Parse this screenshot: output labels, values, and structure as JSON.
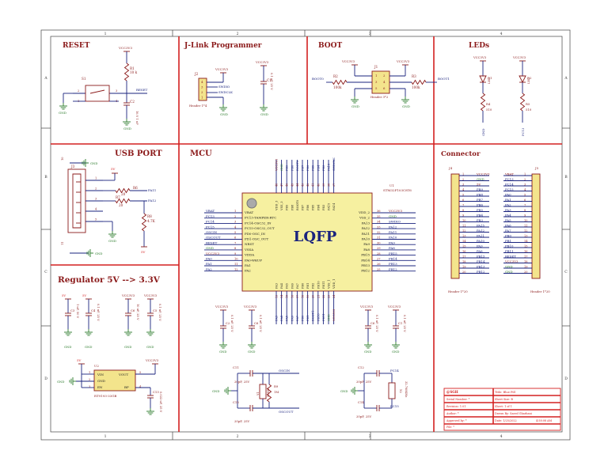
{
  "frame": {
    "cols": [
      "1",
      "2",
      "3",
      "4"
    ],
    "rows": [
      "A",
      "B",
      "C",
      "D"
    ]
  },
  "sections": {
    "reset": "RESET",
    "jlink": "J-Link Programmer",
    "boot": "BOOT",
    "leds": "LEDs",
    "usb": "USB PORT",
    "mcu": "MCU",
    "connector": "Connector",
    "regulator": "Regulator 5V --> 3.3V"
  },
  "reset": {
    "vcc": "VCC3V3",
    "r1_ref": "R1",
    "r1_val": "10 k",
    "s1_ref": "S1",
    "c2_ref": "C2",
    "c2_val": "16 V 1 nF",
    "net": "RESET",
    "gnd": "GND",
    "pins": [
      "1",
      "2",
      "3",
      "4"
    ]
  },
  "jlink": {
    "j2_ref": "J2",
    "j2_type": "Header 1*4",
    "pins": [
      "4",
      "3",
      "2",
      "1"
    ],
    "vcc": "VCC3V3",
    "swdio": "SWDIO",
    "swdclk": "SWDCLK",
    "gnd": "GND",
    "c1_vcc": "VCC3V3",
    "c1_ref": "C1",
    "c1_val": "0.1 uF, 25 V",
    "c1_gnd": "GND"
  },
  "boot": {
    "boot0": "BOOT0",
    "boot1": "BOOT1",
    "r2_ref": "R2",
    "r2_val": "100k",
    "r3_ref": "R3",
    "r3_val": "100k",
    "j1_ref": "J1",
    "j1_type": "Header 3*2",
    "pins": [
      "1",
      "2",
      "3",
      "4",
      "5",
      "6"
    ],
    "vcc_left": "VCC3V3",
    "vcc_right": "VCC3V3",
    "gnd_left": "GND",
    "gnd_right": "GND"
  },
  "leds": {
    "vcc1": "VCC3V3",
    "vcc2": "VCC3V3",
    "d1_ref": "D1",
    "d1_type": "LED",
    "d2_ref": "D2",
    "d2_type": "LED",
    "r4_ref": "R4",
    "r4_val": "510",
    "r5_ref": "R5",
    "r5_val": "510",
    "gnd": "GND",
    "pc13": "PC13"
  },
  "usb": {
    "j3_ref": "J3",
    "pins": [
      "1",
      "2",
      "3",
      "4",
      "5"
    ],
    "shield_top": "10",
    "shield_bot": "11",
    "gnd_top": "GND",
    "gnd_bot": "GND",
    "v5": "5V",
    "r6_ref": "R6",
    "r6_val": "20",
    "r7_ref": "R7",
    "r7_val": "20",
    "r8_ref": "R8",
    "r8_val": "4.7K",
    "net_pa11": "PA11",
    "net_pa12": "PA12",
    "gnd": "GND",
    "v5_bottom": "5V"
  },
  "mcu": {
    "chip_text": "LQFP",
    "u1_ref": "U1",
    "u1_part": "STM32F103C8T6",
    "left_pins": [
      {
        "net": "VBAT",
        "num": "1",
        "name": "VBAT"
      },
      {
        "net": "PC13",
        "num": "2",
        "name": "PC13-TAMPER-RTC"
      },
      {
        "net": "PC14",
        "num": "3",
        "name": "PC14-OSC32_IN"
      },
      {
        "net": "PC15",
        "num": "4",
        "name": "PC15-OSC32_OUT"
      },
      {
        "net": "OSCIN",
        "num": "5",
        "name": "PD0-OSC_IN"
      },
      {
        "net": "OSCOUT",
        "num": "6",
        "name": "PD1-OSC_OUT"
      },
      {
        "net": "RESET",
        "num": "7",
        "name": "NRST"
      },
      {
        "net": "GND",
        "num": "8",
        "name": "VSSA"
      },
      {
        "net": "VCC3V3",
        "num": "9",
        "name": "VDDA"
      },
      {
        "net": "PA0",
        "num": "10",
        "name": "PA0-WKUP"
      },
      {
        "net": "PA1",
        "num": "11",
        "name": "PA1"
      },
      {
        "net": "PA2",
        "num": "12",
        "name": "PA2"
      }
    ],
    "right_pins": [
      {
        "net": "VCC3V3",
        "num": "36",
        "name": "VDD_2"
      },
      {
        "net": "GND",
        "num": "35",
        "name": "VSS_2"
      },
      {
        "net": "SWDIO",
        "num": "34",
        "name": "PA13"
      },
      {
        "net": "PA12",
        "num": "33",
        "name": "PA12"
      },
      {
        "net": "PA11",
        "num": "32",
        "name": "PA11"
      },
      {
        "net": "PA10",
        "num": "31",
        "name": "PA10"
      },
      {
        "net": "PA9",
        "num": "30",
        "name": "PA9"
      },
      {
        "net": "PA8",
        "num": "29",
        "name": "PA8"
      },
      {
        "net": "PB15",
        "num": "28",
        "name": "PB15"
      },
      {
        "net": "PB14",
        "num": "27",
        "name": "PB14"
      },
      {
        "net": "PB13",
        "num": "26",
        "name": "PB13"
      },
      {
        "net": "PB12",
        "num": "25",
        "name": "PB12"
      }
    ],
    "top_pins": [
      {
        "net": "VCC3V3",
        "num": "48",
        "name": "VDD_3"
      },
      {
        "net": "GND",
        "num": "47",
        "name": "VSS_3"
      },
      {
        "net": "PB9",
        "num": "46",
        "name": "PB9"
      },
      {
        "net": "PB8",
        "num": "45",
        "name": "PB8"
      },
      {
        "net": "BOOT0",
        "num": "44",
        "name": "BOOT0"
      },
      {
        "net": "PB7",
        "num": "43",
        "name": "PB7"
      },
      {
        "net": "PB6",
        "num": "42",
        "name": "PB6"
      },
      {
        "net": "PB5",
        "num": "41",
        "name": "PB5"
      },
      {
        "net": "PB4",
        "num": "40",
        "name": "PB4"
      },
      {
        "net": "PB3",
        "num": "39",
        "name": "PB3"
      },
      {
        "net": "PA15",
        "num": "38",
        "name": "PA15"
      },
      {
        "net": "SWDCLK",
        "num": "37",
        "name": "PA14"
      }
    ],
    "bottom_pins": [
      {
        "net": "PA3",
        "num": "13",
        "name": "PA3"
      },
      {
        "net": "PA4",
        "num": "14",
        "name": "PA4"
      },
      {
        "net": "PA5",
        "num": "15",
        "name": "PA5"
      },
      {
        "net": "PA6",
        "num": "16",
        "name": "PA6"
      },
      {
        "net": "PA7",
        "num": "17",
        "name": "PA7"
      },
      {
        "net": "PB0",
        "num": "18",
        "name": "PB0"
      },
      {
        "net": "PB1",
        "num": "19",
        "name": "PB1"
      },
      {
        "net": "BOOT1",
        "num": "20",
        "name": "PB2"
      },
      {
        "net": "PB10",
        "num": "21",
        "name": "PB10"
      },
      {
        "net": "PB11",
        "num": "22",
        "name": "PB11"
      },
      {
        "net": "GND",
        "num": "23",
        "name": "VSS_1"
      },
      {
        "net": "VCC3V3",
        "num": "24",
        "name": "VDD_1"
      }
    ],
    "decoupling": [
      {
        "vcc": "VCC3V3",
        "ref": "C2",
        "val": "0.1 uF, 25 V",
        "gnd": "GND"
      },
      {
        "vcc": "VCC3V3",
        "ref": "C6",
        "val": "0.1 uF, 25 V",
        "gnd": "GND"
      },
      {
        "vcc": "VCC3V3",
        "ref": "C6",
        "val": "0.1 uF, 25 V",
        "gnd": "GND"
      },
      {
        "vcc": "VCC3V3",
        "ref": "C1",
        "val": "0.1 uF, 25 V",
        "gnd": "GND"
      }
    ],
    "osc": {
      "c11_ref": "C11",
      "c11_val": "20pF, 25V",
      "c15_ref": "C15",
      "c15_val": "20pF, 25V",
      "r9_ref": "R9",
      "r9_val": "1M",
      "y1_ref": "Y1",
      "y1_val": "8MHz",
      "oscin": "OSCIN",
      "oscout": "OSCOUT",
      "gnd": "GND"
    },
    "rtc": {
      "c12_ref": "C12",
      "c12_val": "20pF, 25V",
      "c14_ref": "C14",
      "c14_val": "20pF, 25V",
      "x2_ref": "X2",
      "x2_val": "32.768KHz",
      "pc14": "PC14",
      "pc15": "PC15",
      "gnd": "GND"
    }
  },
  "connector": {
    "j4_ref": "J4",
    "j5_ref": "J5",
    "j4_type": "Header 1*20",
    "j5_type": "Header 1*20",
    "rows": [
      {
        "pin": "1",
        "left": "VCC3V3",
        "right": "VBAT"
      },
      {
        "pin": "2",
        "left": "GND",
        "right": "PC13"
      },
      {
        "pin": "3",
        "left": "5V",
        "right": "PC14"
      },
      {
        "pin": "4",
        "left": "PB9",
        "right": "PC15"
      },
      {
        "pin": "5",
        "left": "PB8",
        "right": "PA0"
      },
      {
        "pin": "6",
        "left": "PB7",
        "right": "PA1"
      },
      {
        "pin": "7",
        "left": "PB6",
        "right": "PA2"
      },
      {
        "pin": "8",
        "left": "PB5",
        "right": "PA3"
      },
      {
        "pin": "9",
        "left": "PB4",
        "right": "PA4"
      },
      {
        "pin": "10",
        "left": "PB3",
        "right": "PA5"
      },
      {
        "pin": "11",
        "left": "PA15",
        "right": "PA6"
      },
      {
        "pin": "12",
        "left": "PA12",
        "right": "PA7"
      },
      {
        "pin": "13",
        "left": "PA11",
        "right": "PB0"
      },
      {
        "pin": "14",
        "left": "PA10",
        "right": "PB1"
      },
      {
        "pin": "15",
        "left": "PA9",
        "right": "PB10"
      },
      {
        "pin": "16",
        "left": "PA8",
        "right": "PB11"
      },
      {
        "pin": "17",
        "left": "PB15",
        "right": "RESET"
      },
      {
        "pin": "18",
        "left": "PB14",
        "right": "VCC3V3"
      },
      {
        "pin": "19",
        "left": "PB13",
        "right": "GND"
      },
      {
        "pin": "20",
        "left": "PB12",
        "right": "GND"
      }
    ]
  },
  "regulator": {
    "caps": [
      {
        "vcc": "5V",
        "ref": "C3",
        "val": "1 uF, 50 V",
        "gnd": "GND"
      },
      {
        "vcc": "5V",
        "ref": "C4",
        "val": "0.1 uF, 25 V",
        "gnd": "GND"
      },
      {
        "vcc": "VCC3V3",
        "ref": "C6",
        "val": "10 uF, 25 V",
        "gnd": "GND"
      },
      {
        "vcc": "VCC3V3",
        "ref": "C5",
        "val": "0.1 uF, 25 V",
        "gnd": "GND"
      }
    ],
    "u2_ref": "U2",
    "u2_part": "RT9193-33GB",
    "vin": "VIN",
    "gnd_pin": "GND",
    "en": "EN",
    "vout": "VOUT",
    "bp": "BP",
    "pins": [
      "1",
      "2",
      "3",
      "5",
      "4"
    ],
    "v5": "5V",
    "vcc": "VCC3V3",
    "gnd": "GND",
    "c13_ref": "C13",
    "c13_val": "0.022 uF, 25 V"
  },
  "title_block": {
    "company": "@SGH",
    "title": "Title: Blue Pill",
    "serial": "Serial Number: *",
    "sheet_size": "Sheet Size: B",
    "revision": "Revision: 1.01",
    "sheet_of": "Sheet: 1 of 1",
    "author": "Author: *",
    "drawn": "Drawn By: Saeed Gharbani",
    "approved": "Approved by: *",
    "date": "Date: 1/25/2022",
    "time": "4:58:08 AM",
    "file": "File: *"
  }
}
